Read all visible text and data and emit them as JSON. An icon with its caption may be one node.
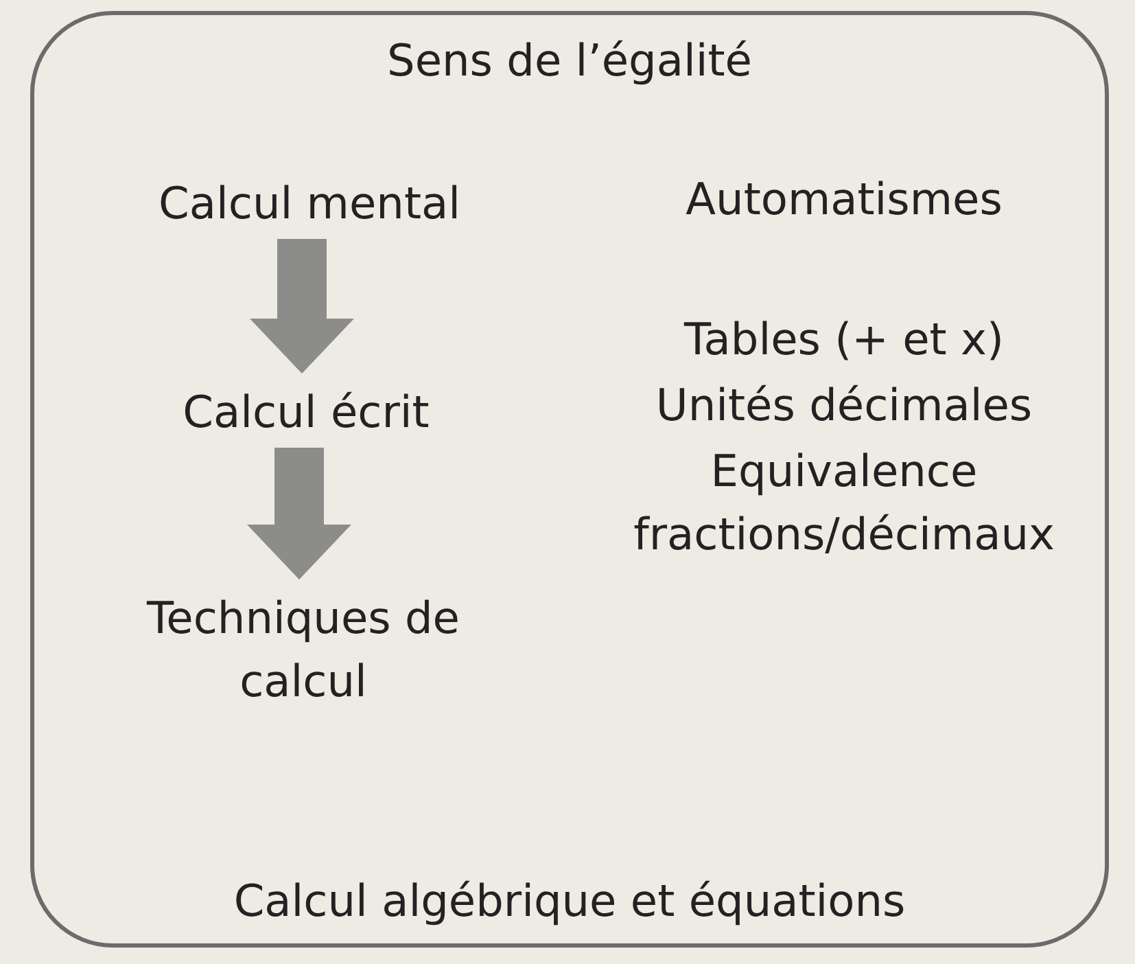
{
  "diagram": {
    "nodes": [
      {
        "text": [
          "Sens de l’égalité",
          "Calcul algébrique et équations"
        ]
      },
      {
        "text": [
          "Calcul mental"
        ],
        "in": 0
      },
      {
        "text": [
          "Calcul écrit"
        ],
        "in": 0
      },
      {
        "text": [
          "Techniques de calcul"
        ],
        "in": 0
      }
    ],
    "edges": [
      {
        "from": 1,
        "to": 2,
        "arrow": "to"
      },
      {
        "from": 2,
        "to": 3,
        "arrow": "to"
      }
    ],
    "labels": [
      "Automatismes",
      "Tables (+ et x)",
      "Unités décimales",
      "Equivalence fractions/décimaux"
    ]
  }
}
